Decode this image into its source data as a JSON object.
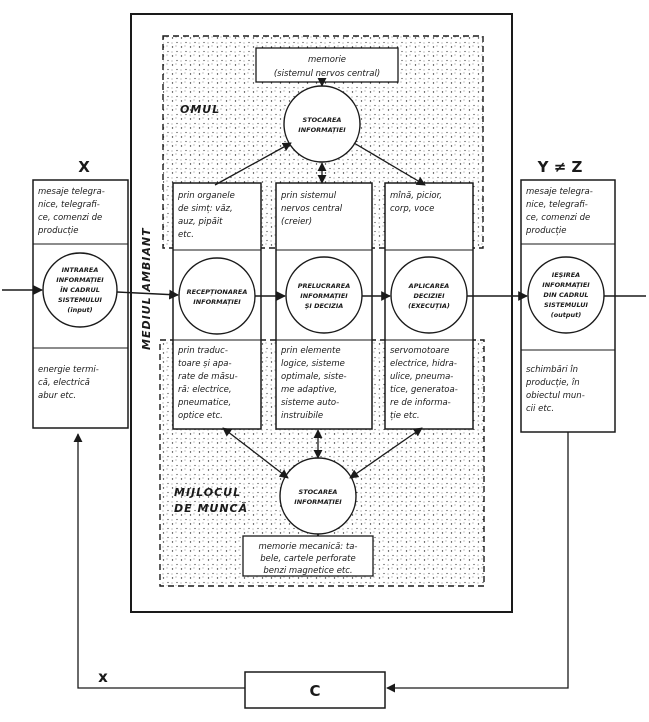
{
  "memory_top": {
    "line1": "memorie",
    "line2": "(sistemul nervos central)"
  },
  "omul_label": "OMUL",
  "storage_top": {
    "line1": "STOCAREA",
    "line2": "INFORMAȚIEI"
  },
  "mediul_label": "MEDIUL AMBIANT",
  "x_label": "X",
  "y_label": "Y ≠ Z",
  "input_box": {
    "top": [
      "mesaje telegra-",
      "nice, telegrafi-",
      "ce, comenzi de",
      "producție"
    ],
    "circle": [
      "INTRAREA",
      "INFORMAȚIEI",
      "ÎN CADRUL",
      "SISTEMULUI",
      "(input)"
    ],
    "bottom": [
      "energie termi-",
      "că, electrică",
      "abur etc."
    ]
  },
  "col1": {
    "top": [
      "prin organele",
      "de simț: văz,",
      "auz, pipăit",
      "etc."
    ],
    "circle": [
      "RECEPȚIONAREA",
      "INFORMAȚIEI"
    ],
    "bottom": [
      "prin traduc-",
      "toare și apa-",
      "rate de măsu-",
      "ră: electrice,",
      "pneumatice,",
      "optice etc."
    ]
  },
  "col2": {
    "top": [
      "prin sistemul",
      "nervos central",
      "(creier)"
    ],
    "circle": [
      "PRELUCRAREA",
      "INFORMAȚIEI",
      "ȘI DECIZIA"
    ],
    "bottom": [
      "prin elemente",
      "logice, sisteme",
      "optimale, siste-",
      "me adaptive,",
      "sisteme auto-",
      "instruibile"
    ]
  },
  "col3": {
    "top": [
      "mînă, picior,",
      "corp, voce"
    ],
    "circle": [
      "APLICAREA",
      "DECIZIEI",
      "(EXECUȚIA)"
    ],
    "bottom": [
      "servomotoare",
      "electrice, hidra-",
      "ulice, pneuma-",
      "tice, generatoa-",
      "re de informa-",
      "ție etc."
    ]
  },
  "output_box": {
    "top": [
      "mesaje telegra-",
      "nice, telegrafi-",
      "ce, comenzi de",
      "producție"
    ],
    "circle": [
      "IEȘIREA",
      "INFORMAȚIEI",
      "DIN CADRUL",
      "SISTEMULUI",
      "(output)"
    ],
    "bottom": [
      "schimbări în",
      "producție, în",
      "obiectul mun-",
      "cii etc."
    ]
  },
  "mijlocul_label": {
    "line1": "MIJLOCUL",
    "line2": "DE MUNCĂ"
  },
  "storage_bottom": {
    "line1": "STOCAREA",
    "line2": "INFORMAȚIEI"
  },
  "memory_bottom": [
    "memorie mecanică: ta-",
    "bele, cartele perforate",
    "benzi magnetice etc."
  ],
  "feedback_box": "C",
  "feedback_label": "x"
}
